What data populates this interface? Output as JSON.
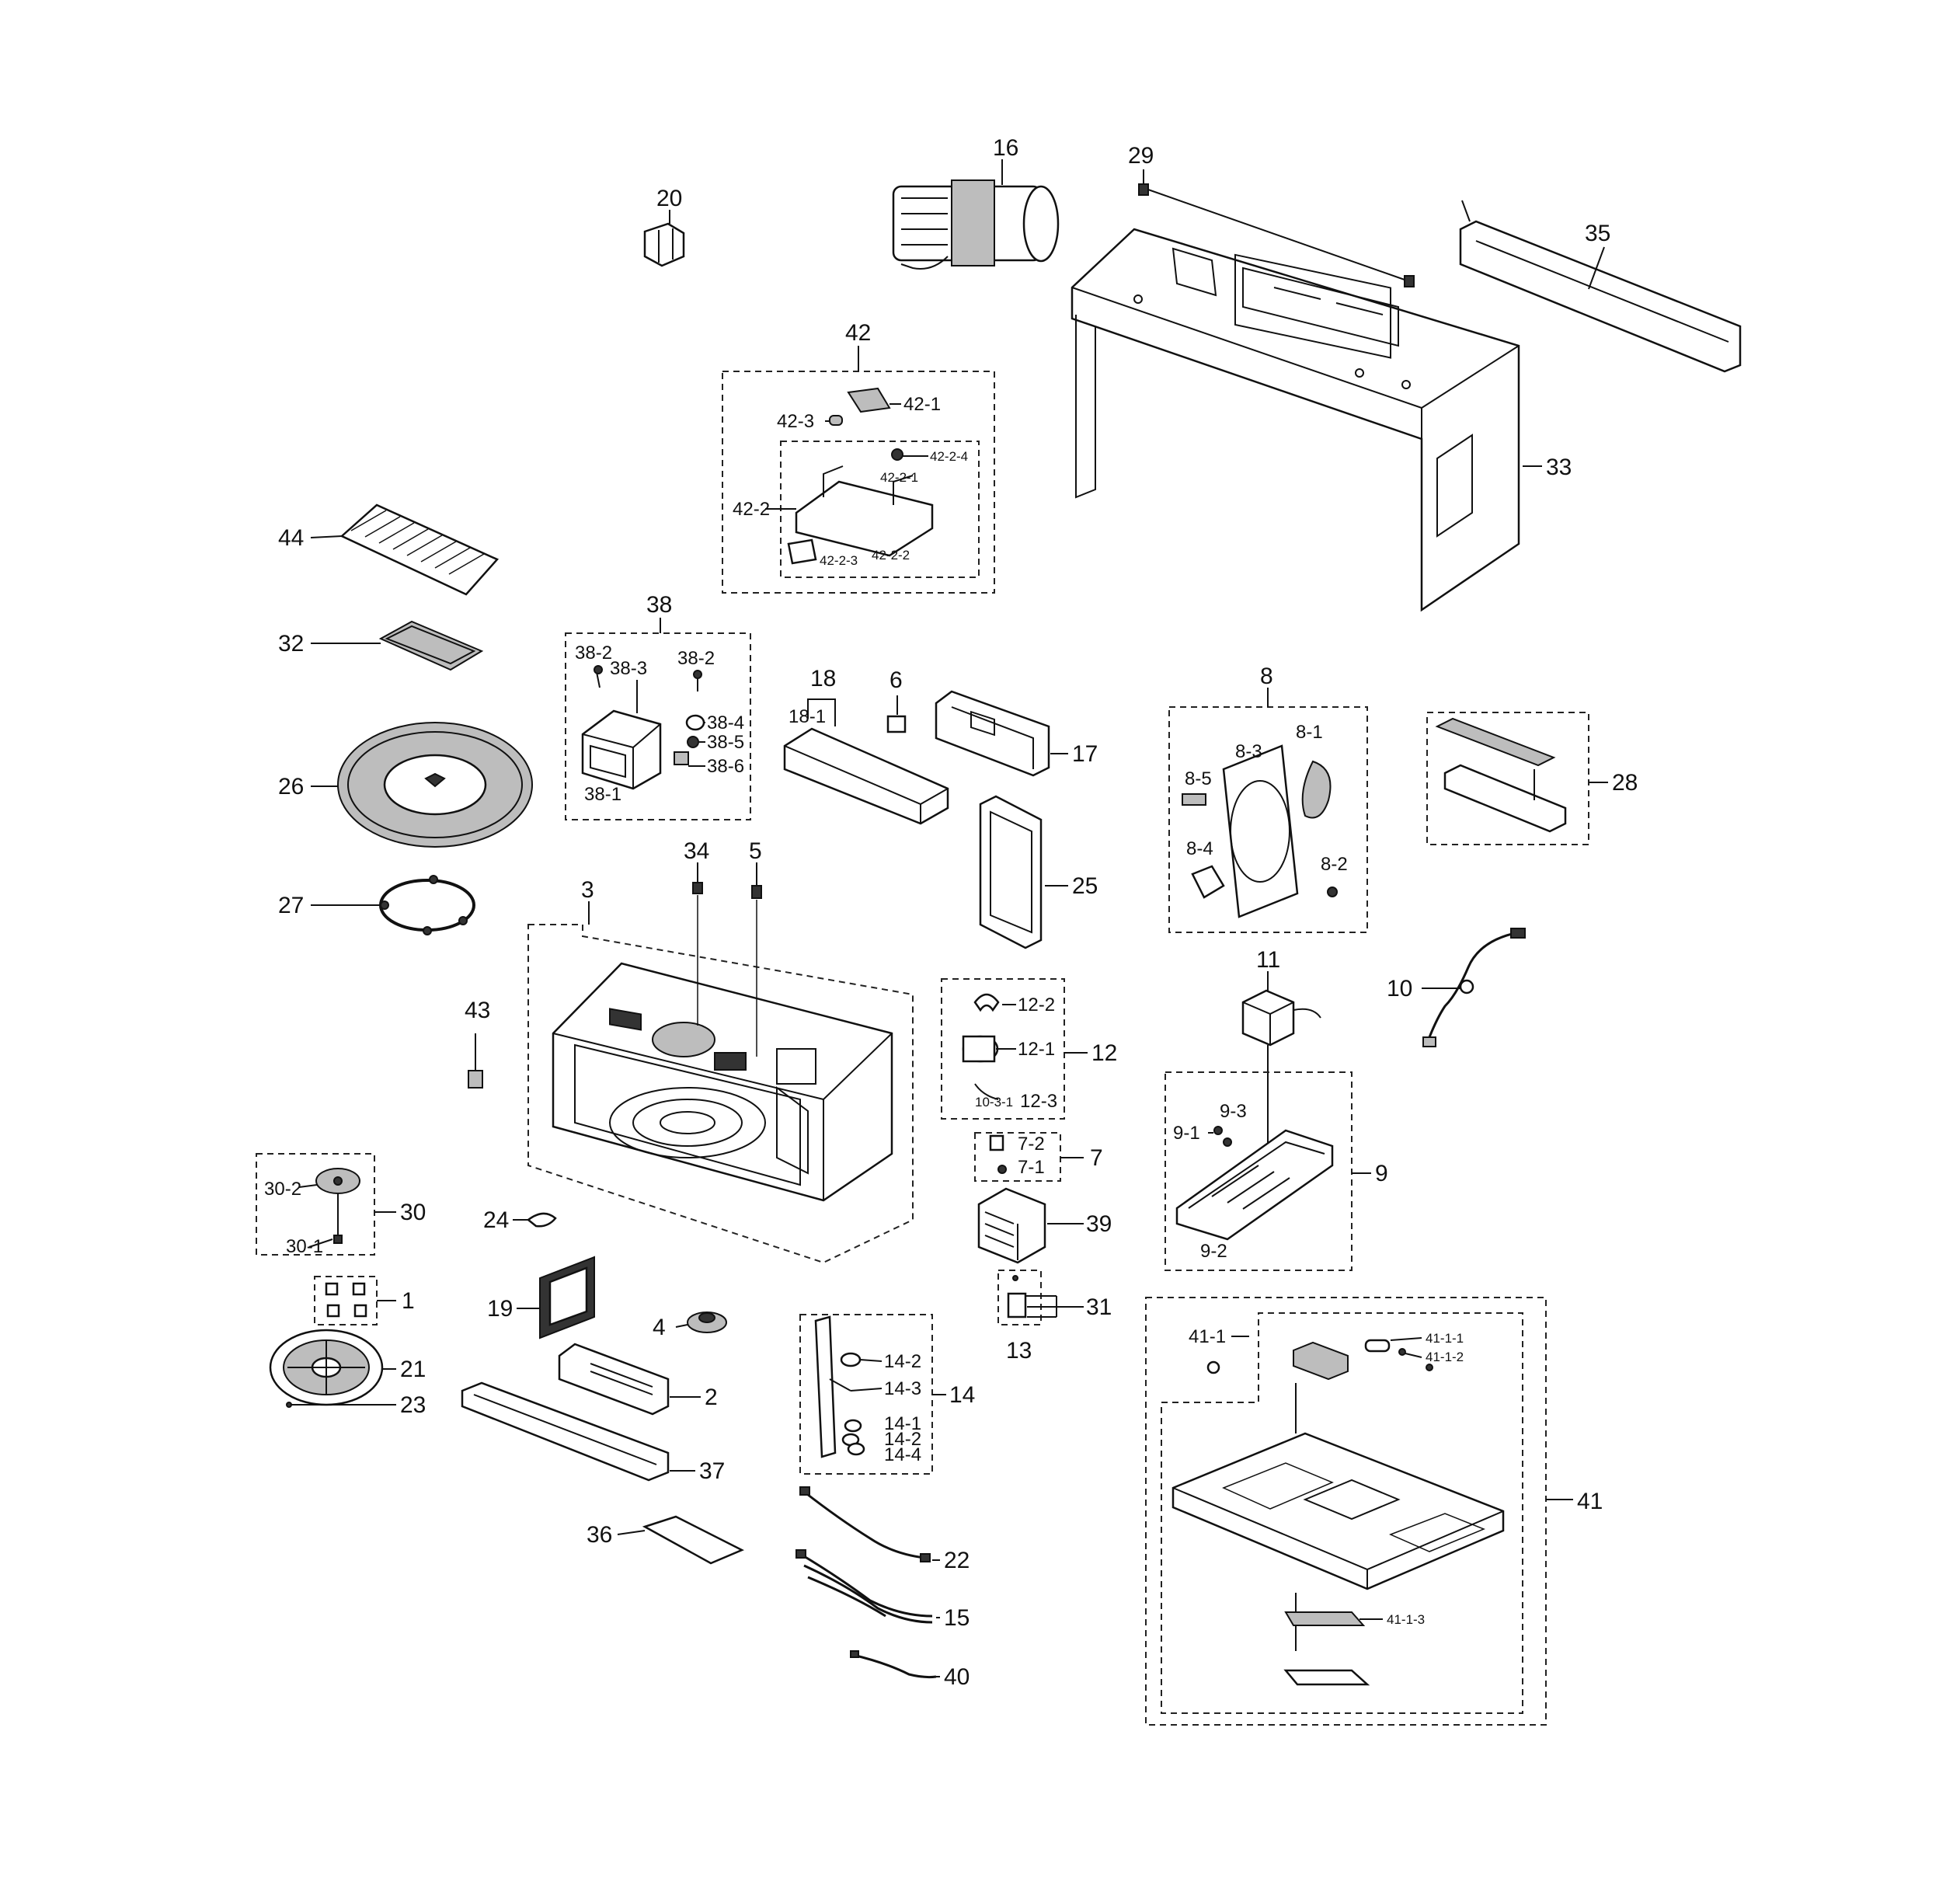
{
  "labels": {
    "p1": "1",
    "p2": "2",
    "p3": "3",
    "p4": "4",
    "p5": "5",
    "p6": "6",
    "p7": "7",
    "p7_1": "7-1",
    "p7_2": "7-2",
    "p8": "8",
    "p8_1": "8-1",
    "p8_2": "8-2",
    "p8_3": "8-3",
    "p8_4": "8-4",
    "p8_5": "8-5",
    "p9": "9",
    "p9_1": "9-1",
    "p9_2": "9-2",
    "p9_3": "9-3",
    "p10": "10",
    "p11": "11",
    "p12": "12",
    "p12_1": "12-1",
    "p12_2": "12-2",
    "p12_3": "12-3",
    "p10_3_1": "10-3-1",
    "p13": "13",
    "p14": "14",
    "p14_1": "14-1",
    "p14_2a": "14-2",
    "p14_2b": "14-2",
    "p14_3": "14-3",
    "p14_4": "14-4",
    "p15": "15",
    "p16": "16",
    "p17": "17",
    "p18": "18",
    "p18_1": "18-1",
    "p19": "19",
    "p20": "20",
    "p21": "21",
    "p22": "22",
    "p23": "23",
    "p24": "24",
    "p25": "25",
    "p26": "26",
    "p27": "27",
    "p28": "28",
    "p29": "29",
    "p30": "30",
    "p30_1": "30-1",
    "p30_2": "30-2",
    "p31": "31",
    "p32": "32",
    "p33": "33",
    "p34": "34",
    "p35": "35",
    "p36": "36",
    "p37": "37",
    "p38": "38",
    "p38_1": "38-1",
    "p38_2a": "38-2",
    "p38_2b": "38-2",
    "p38_3": "38-3",
    "p38_4": "38-4",
    "p38_5": "38-5",
    "p38_6": "38-6",
    "p39": "39",
    "p40": "40",
    "p41": "41",
    "p41_1": "41-1",
    "p41_1_1": "41-1-1",
    "p41_1_2": "41-1-2",
    "p41_1_3": "41-1-3",
    "p42": "42",
    "p42_1": "42-1",
    "p42_2": "42-2",
    "p42_2_1": "42-2-1",
    "p42_2_2": "42-2-2",
    "p42_2_3": "42-2-3",
    "p42_2_4": "42-2-4",
    "p42_3": "42-3",
    "p43": "43",
    "p44": "44"
  }
}
